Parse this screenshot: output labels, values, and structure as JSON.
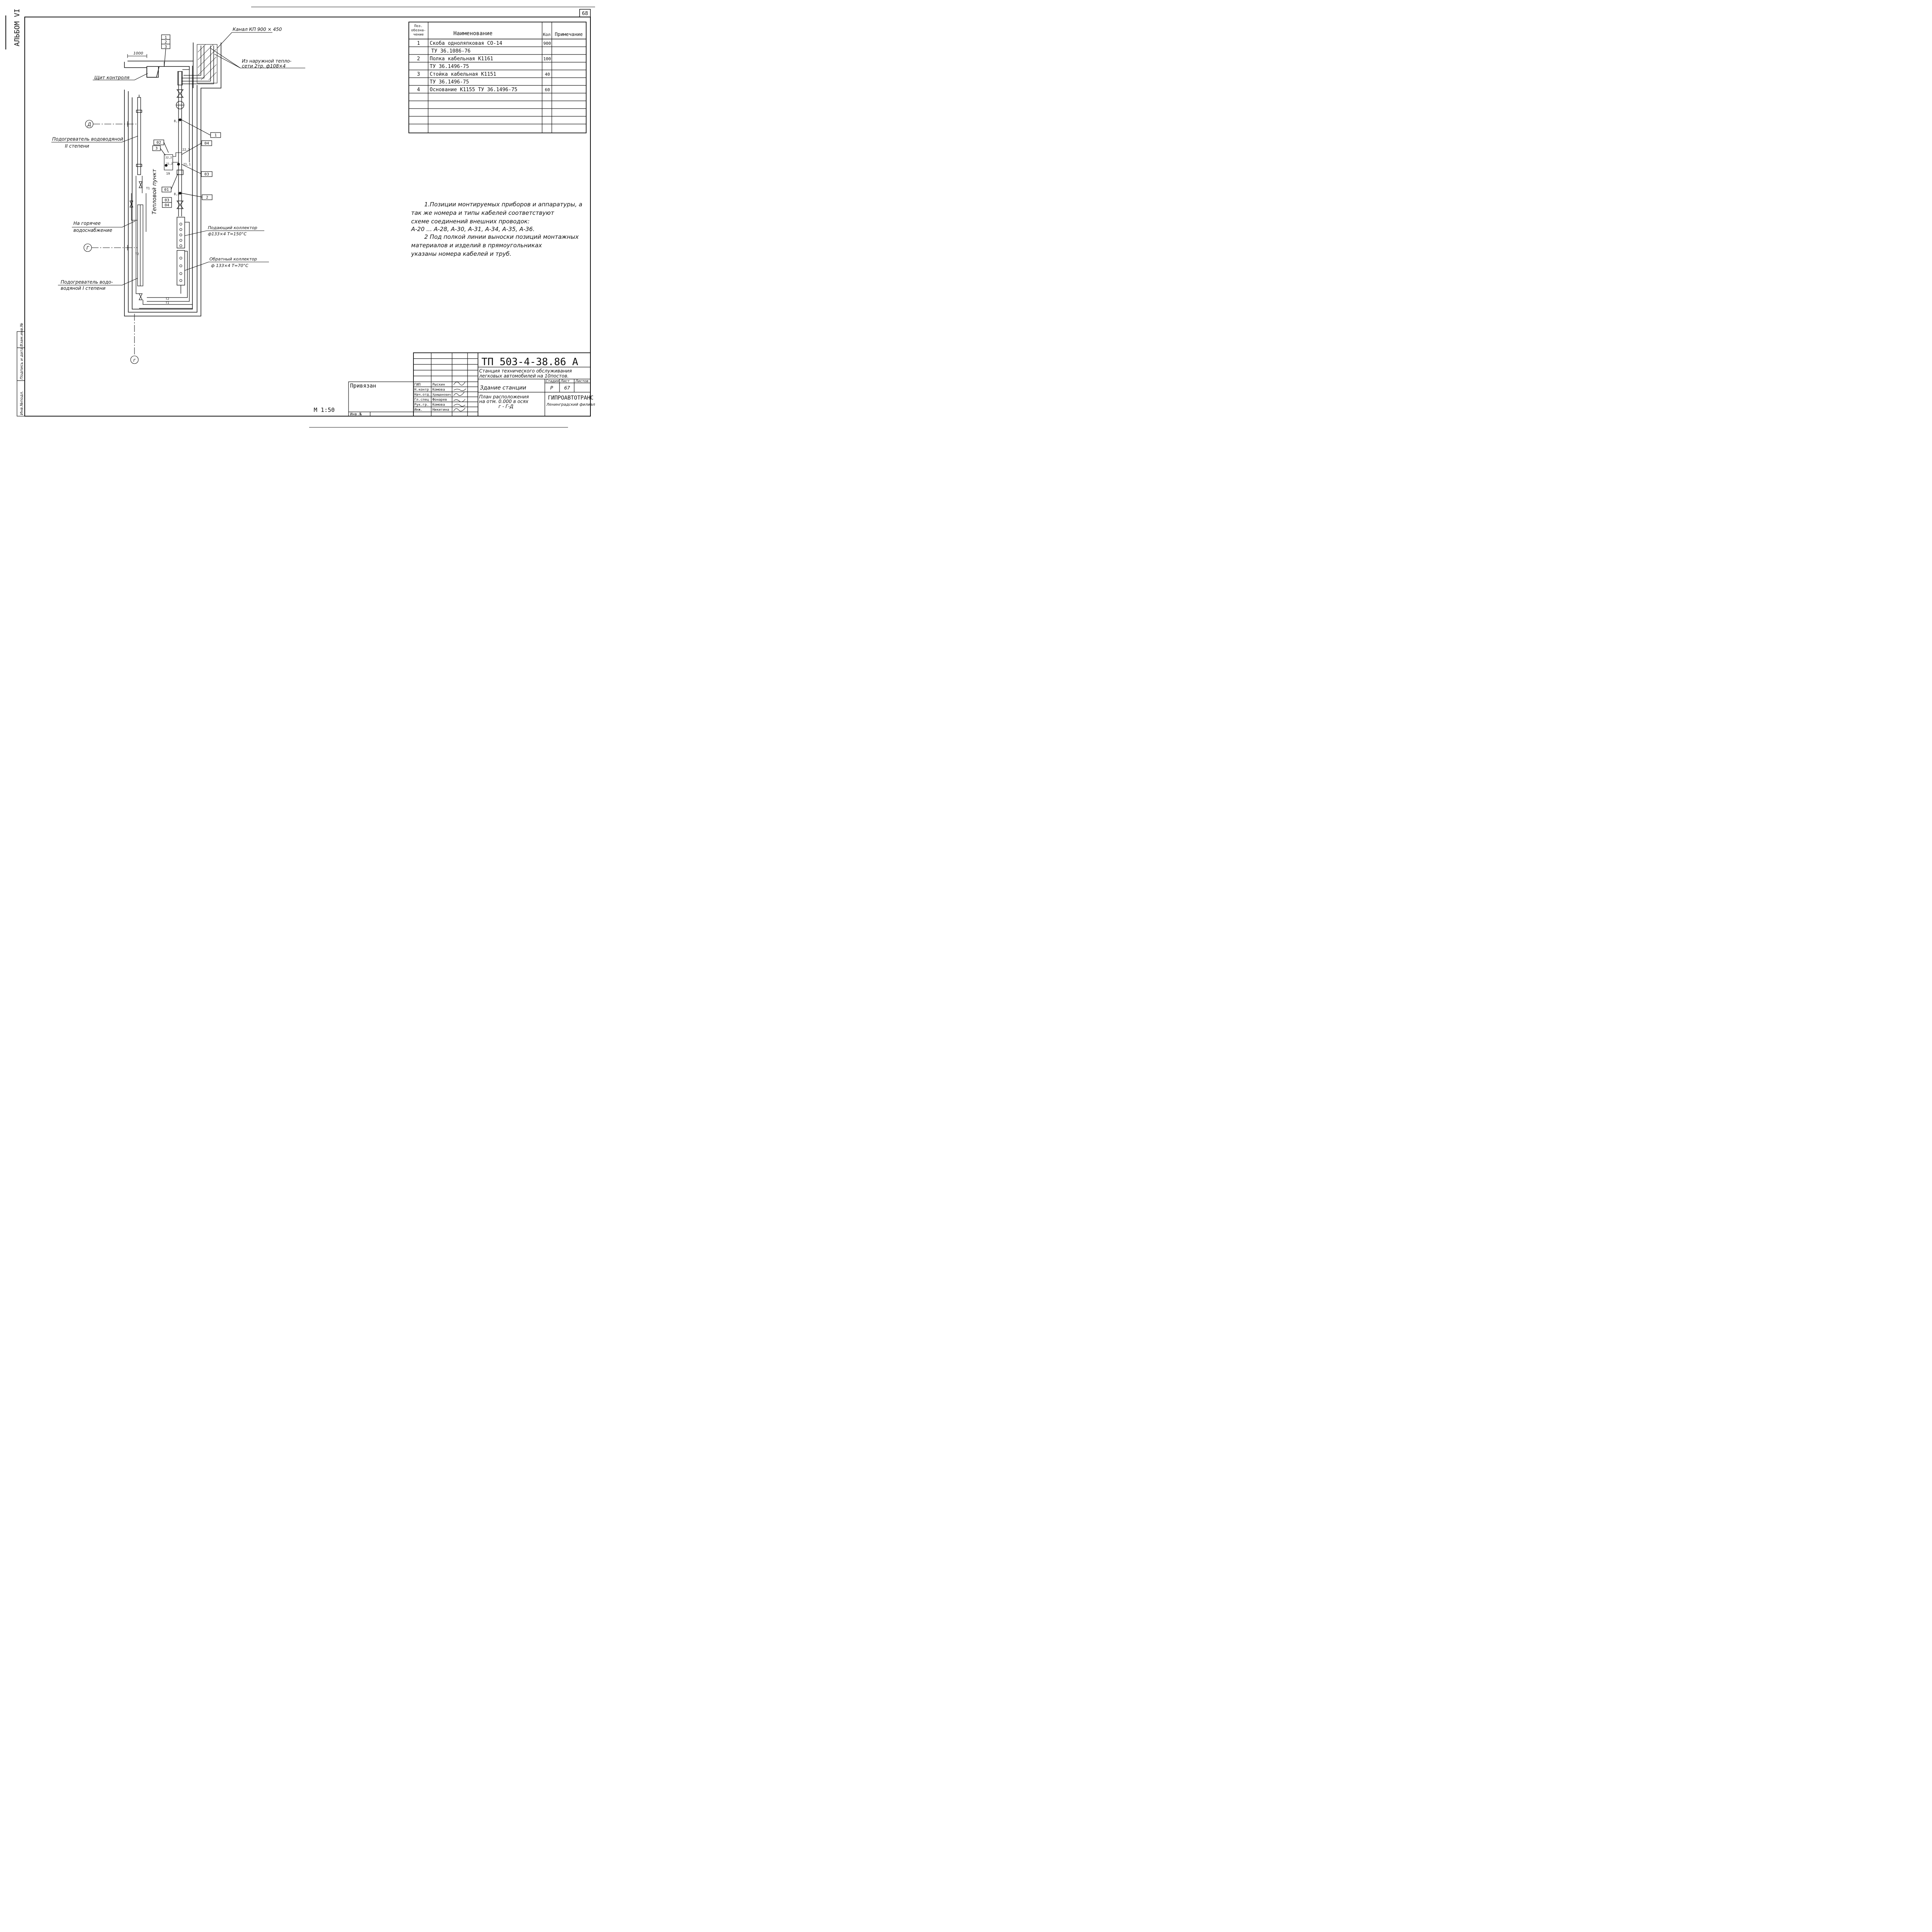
{
  "sheet": {
    "sheet_number": "68",
    "album": "АЛЬБОМ VI",
    "scale": "М 1:50"
  },
  "side_stamp": {
    "inv_orig": "Инв.№подл.",
    "signature_date": "Подпись и дата",
    "replaces_inv": "Взам.инв.№"
  },
  "schedule": {
    "headers": {
      "pos": [
        "Поз.",
        "обозна-",
        "чение"
      ],
      "name": "Наименование",
      "qty": "Кол",
      "note": "Примечание"
    },
    "rows": [
      {
        "pos": "1",
        "name": "Скоба одноляпковая СО-14",
        "qty": "900"
      },
      {
        "pos": "",
        "name": "ТУ 36.1086-76",
        "qty": ""
      },
      {
        "pos": "2",
        "name": "Полка кабельная К1161",
        "qty": "100"
      },
      {
        "pos": "",
        "name": "ТУ 36.1496-75",
        "qty": ""
      },
      {
        "pos": "3",
        "name": "Стойка кабельная К1151",
        "qty": "40"
      },
      {
        "pos": "",
        "name": "ТУ 36.1496-75",
        "qty": ""
      },
      {
        "pos": "4",
        "name": "Основание К1155 ТУ 36.1496-75",
        "qty": "60"
      }
    ]
  },
  "notes": [
    "1.Позиции монтируемых приборов и аппаратуры, а",
    "так же номера и типы кабелей соответствуют",
    "схеме соединений внешних проводок:",
    "А-20 ... А-28, А-30, А-31, А-34, А-35, А-36.",
    "2 Под полкой линии выноски позиций монтажных",
    "материалов и изделий в прямоугольниках",
    "указаны номера кабелей и труб."
  ],
  "callouts": {
    "channel": "Канал КП 900 × 450",
    "dim_1000": "1000",
    "boxes_top": [
      "1",
      "2",
      "3"
    ],
    "outer_network": [
      "Из наружной тепло-",
      "сети 2тр. ф108×4"
    ],
    "control_panel": "Щит контроля",
    "axis_d": "Д",
    "axis_g": "Г",
    "axis_g_bottom": "г",
    "heater2": [
      "Подогреватель водоводяной",
      "II степени"
    ],
    "hot_water": [
      "На горячее",
      "водоснабжение"
    ],
    "heater1": [
      "Подогреватель водо-",
      "водяной I степени"
    ],
    "supply_collector": [
      "Подающий коллектор",
      "ф133×4   T=150°C"
    ],
    "return_collector": [
      "Обратный коллектор",
      "ф 133×4   T=70°C"
    ],
    "heat_point": "Тепловой пункт",
    "box_1": "1",
    "box_2": "2",
    "box_3": "3",
    "box_02": "02",
    "box_04": "04",
    "box_03": "03",
    "box_01": "01",
    "box_03b": "03",
    "box_04b": "04",
    "tag_81": "8,1",
    "tag_82": "8,2",
    "tag_221": "22,1",
    "tag_211": "21,1",
    "tag_222": "22,2",
    "tag_212": "21,2",
    "tag_19": "19",
    "pipe_t1": "T1",
    "pipe_t2": "T2",
    "pipe_t1r": "T1",
    "pipe_t2r": "T2"
  },
  "title_block": {
    "code": "ТП 503-4-38.86 А",
    "project": [
      "Станция технического обслуживания",
      "легковых автомобилей на 10постов."
    ],
    "building": "Здание станции",
    "sheet_title": [
      "План расположения",
      "на отм. 0.000 в осях",
      "г - Г-Д"
    ],
    "stage_h": "Стадия",
    "sheet_h": "Лист",
    "sheets_h": "Листов",
    "stage": "Р",
    "sheet": "67",
    "sheets": "",
    "org": "ГИПРОАВТОТРАНС",
    "branch": "Ленинградский филиал",
    "privyazan": "Привязан",
    "inv_no": "Инв.№",
    "roles": [
      "ГИП",
      "Н.контр",
      "Нач.отд.",
      "Гл.спец",
      "Рук.гр.",
      "Инж."
    ],
    "names": [
      "Рыскин",
      "Комова",
      "Хрищанович",
      "Фонарев",
      "Комова",
      "Никитина"
    ]
  }
}
